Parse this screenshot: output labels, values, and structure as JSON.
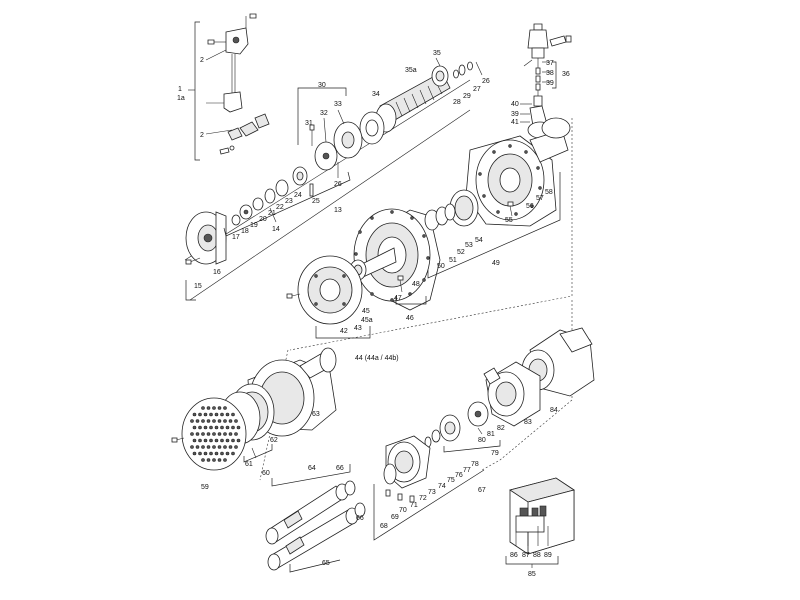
{
  "labels": {
    "l1": "1",
    "l1a": "1a",
    "l2a": "2",
    "l2b": "2",
    "l13": "13",
    "l14": "14",
    "l15": "15",
    "l16": "16",
    "l17": "17",
    "l18": "18",
    "l19": "19",
    "l20": "20",
    "l21": "21",
    "l22": "22",
    "l23": "23",
    "l24": "24",
    "l25": "25",
    "l26a": "26",
    "l26b": "26",
    "l27": "27",
    "l28": "28",
    "l29": "29",
    "l30": "30",
    "l31": "31",
    "l32": "32",
    "l33": "33",
    "l34": "34",
    "l35": "35",
    "l35a": "35a",
    "l36": "36",
    "l37": "37",
    "l38": "38",
    "l39a": "39",
    "l39b": "39",
    "l40": "40",
    "l41": "41",
    "l42": "42",
    "l43": "43",
    "l44": "44 (44a / 44b)",
    "l45": "45",
    "l45a": "45a",
    "l46": "46",
    "l47": "47",
    "l48": "48",
    "l49": "49",
    "l50": "50",
    "l51": "51",
    "l52": "52",
    "l53": "53",
    "l54": "54",
    "l55": "55",
    "l56": "56",
    "l57": "57",
    "l58": "58",
    "l59": "59",
    "l60": "60",
    "l61": "61",
    "l62": "62",
    "l63": "63",
    "l64": "64",
    "l65": "65",
    "l66a": "66",
    "l66b": "66",
    "l67": "67",
    "l68": "68",
    "l69": "69",
    "l70": "70",
    "l71": "71",
    "l72": "72",
    "l73": "73",
    "l74": "74",
    "l75": "75",
    "l76": "76",
    "l77": "77",
    "l78": "78",
    "l79": "79",
    "l80": "80",
    "l81": "81",
    "l82": "82",
    "l83": "83",
    "l84": "84",
    "l85": "85",
    "l86": "86",
    "l87": "87",
    "l88": "88",
    "l89": "89"
  }
}
